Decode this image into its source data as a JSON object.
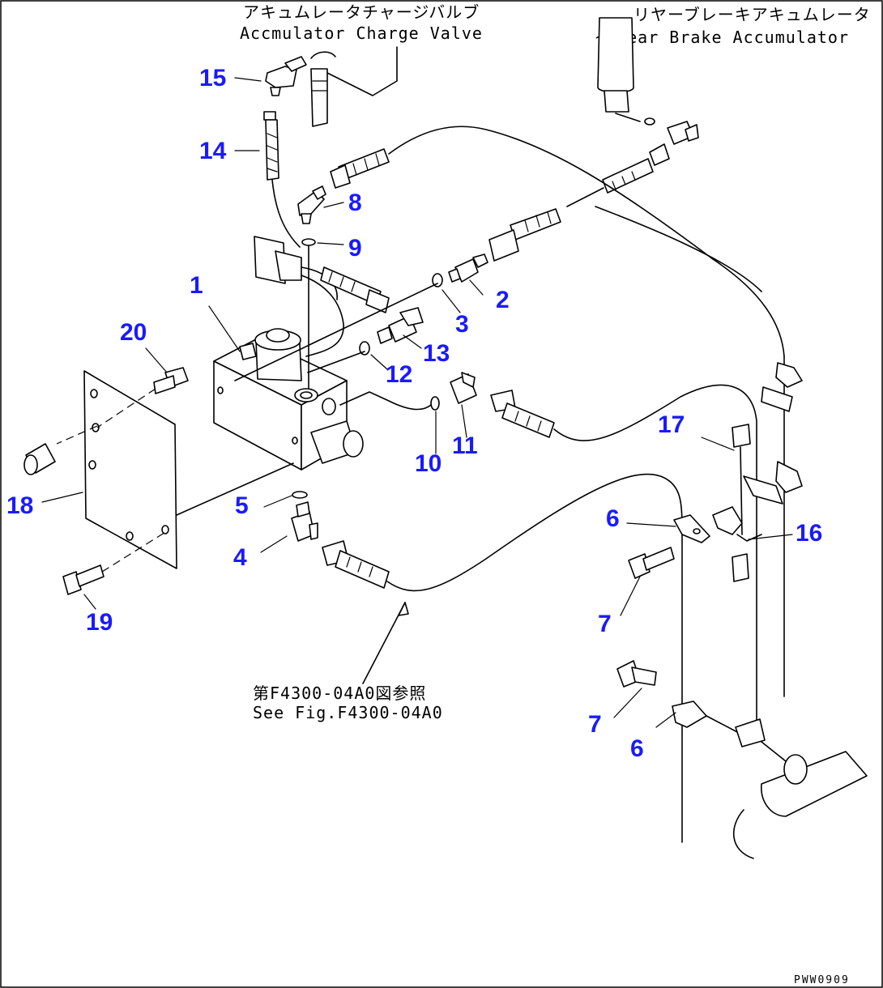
{
  "captions": {
    "charge_valve_jp": "アキュムレータチャージバルブ",
    "charge_valve_en": "Accmulator Charge Valve",
    "rear_accumulator_jp": "リヤーブレーキアキュムレータ",
    "rear_accumulator_en": "~ Rear Brake Accumulator",
    "see_fig_jp": "第F4300-04A0図参照",
    "see_fig_en": "See Fig.F4300-04A0",
    "drawing_code": "PWW0909"
  },
  "part_numbers": [
    "1",
    "2",
    "3",
    "4",
    "5",
    "6",
    "6",
    "7",
    "7",
    "8",
    "9",
    "10",
    "11",
    "12",
    "13",
    "14",
    "15",
    "16",
    "17",
    "18",
    "19",
    "20"
  ],
  "colors": {
    "callout": "#1a1aff",
    "line": "#000000",
    "background": "#ffffff"
  }
}
